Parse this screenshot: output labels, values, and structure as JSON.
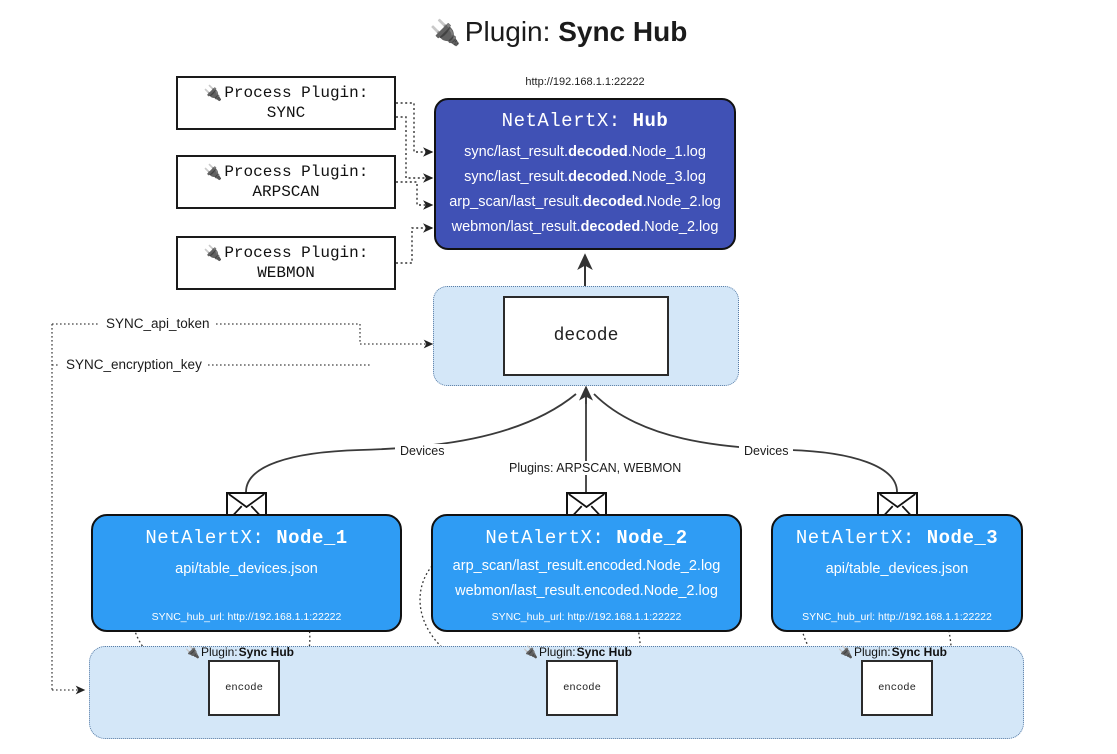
{
  "title": {
    "icon": "plug-icon",
    "prefix": "Plugin:",
    "name": "Sync Hub"
  },
  "hub": {
    "url": "http://192.168.1.1:22222",
    "app": "NetAlertX:",
    "role": "Hub",
    "log_lines": [
      {
        "pre": "sync/last_result.",
        "mid": "decoded",
        "post": ".Node_1.log"
      },
      {
        "pre": "sync/last_result.",
        "mid": "decoded",
        "post": ".Node_3.log"
      },
      {
        "pre": "arp_scan/last_result.",
        "mid": "decoded",
        "post": ".Node_2.log"
      },
      {
        "pre": "webmon/last_result.",
        "mid": "decoded",
        "post": ".Node_2.log"
      }
    ]
  },
  "process_plugins": [
    {
      "icon": "plug-icon",
      "label": "Process Plugin:",
      "name": "SYNC"
    },
    {
      "icon": "plug-icon",
      "label": "Process Plugin:",
      "name": "ARPSCAN"
    },
    {
      "icon": "plug-icon",
      "label": "Process Plugin:",
      "name": "WEBMON"
    }
  ],
  "decode": {
    "label": "decode"
  },
  "keys": [
    {
      "label": "SYNC_api_token"
    },
    {
      "label": "SYNC_encryption_key"
    }
  ],
  "edge_labels": {
    "devices_left": "Devices",
    "devices_right": "Devices",
    "plugins_center": "Plugins: ARPSCAN, WEBMON"
  },
  "nodes": [
    {
      "app": "NetAlertX:",
      "name": "Node_1",
      "lines": [
        "api/table_devices.json"
      ],
      "footer": "SYNC_hub_url: http://192.168.1.1:22222"
    },
    {
      "app": "NetAlertX:",
      "name": "Node_2",
      "lines": [
        "arp_scan/last_result.encoded.Node_2.log",
        "webmon/last_result.encoded.Node_2.log"
      ],
      "footer": "SYNC_hub_url: http://192.168.1.1:22222"
    },
    {
      "app": "NetAlertX:",
      "name": "Node_3",
      "lines": [
        "api/table_devices.json"
      ],
      "footer": "SYNC_hub_url: http://192.168.1.1:22222"
    }
  ],
  "plugin_tags": [
    {
      "icon": "plug-icon",
      "prefix": "Plugin:",
      "name": "Sync Hub"
    },
    {
      "icon": "plug-icon",
      "prefix": "Plugin:",
      "name": "Sync Hub"
    },
    {
      "icon": "plug-icon",
      "prefix": "Plugin:",
      "name": "Sync Hub"
    }
  ],
  "encode": {
    "label": "encode"
  },
  "colors": {
    "hub_fill": "#4051b5",
    "node_fill": "#2f9cf4",
    "container_fill": "#d4e7f8",
    "container_border": "#5a7da5",
    "stroke": "#111111",
    "background": "#ffffff"
  }
}
